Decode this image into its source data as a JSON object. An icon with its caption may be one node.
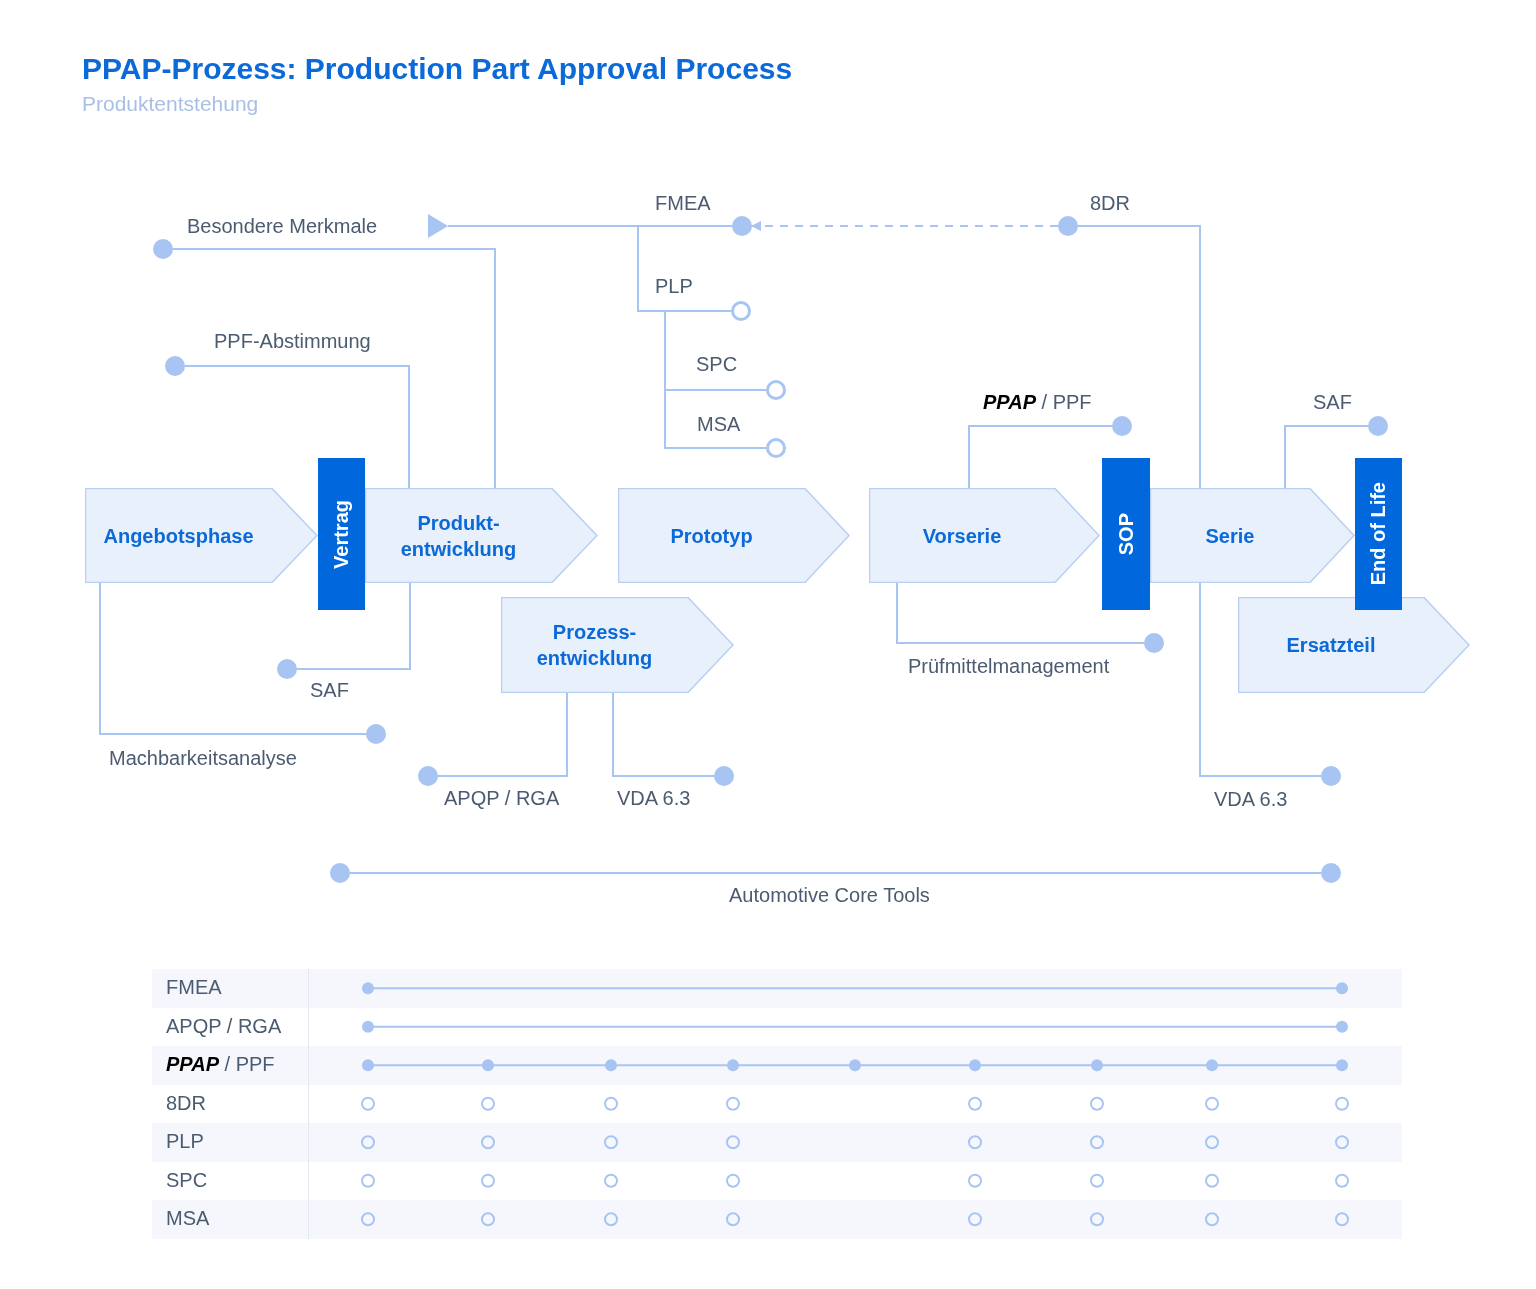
{
  "diagram": {
    "title": "PPAP-Prozess: Production Part Approval Process",
    "nodes": [
      {
        "text": [],
        "shape": "circle",
        "beside": [
          "Besondere Merkmale"
        ]
      },
      {
        "text": [],
        "shape": "circle",
        "beside": [
          "FMEA"
        ]
      },
      {
        "text": [],
        "shape": "circle",
        "beside": [
          "8DR"
        ]
      },
      {
        "text": [],
        "shape": "ring",
        "beside": [
          "PLP"
        ]
      },
      {
        "text": [],
        "shape": "circle",
        "beside": [
          "PPF-Abstimmung"
        ]
      },
      {
        "text": [],
        "shape": "ring",
        "beside": [
          "SPC"
        ]
      },
      {
        "text": [],
        "shape": "circle",
        "beside": [
          "**PPAP** / PPF"
        ]
      },
      {
        "text": [],
        "shape": "circle",
        "beside": [
          "SAF"
        ]
      },
      {
        "text": [],
        "shape": "ring",
        "beside": [
          "MSA"
        ]
      },
      {
        "text": [
          "Angebotsphase"
        ]
      },
      {
        "text": [
          "Vertrag"
        ]
      },
      {
        "text": [
          "Produkt- entwicklung"
        ]
      },
      {
        "text": [
          "Prototyp"
        ]
      },
      {
        "text": [
          "Vorserie"
        ]
      },
      {
        "text": [
          "SOP"
        ]
      },
      {
        "text": [
          "Serie"
        ]
      },
      {
        "text": [
          "End of Life"
        ]
      },
      {
        "text": [
          "Prozess- entwicklung"
        ]
      },
      {
        "text": [
          "Ersatzteil"
        ]
      },
      {
        "text": [],
        "shape": "circle",
        "beside": [
          "SAF"
        ]
      },
      {
        "text": [],
        "shape": "circle",
        "beside": [
          "Prüfmittelmanagement"
        ]
      },
      {
        "text": [],
        "shape": "circle",
        "beside": [
          "Machbarkeitsanalyse"
        ]
      },
      {
        "text": [],
        "shape": "circle",
        "beside": [
          "APQP / RGA"
        ]
      },
      {
        "text": [],
        "shape": "circle",
        "beside": [
          "VDA 6.3"
        ]
      },
      {
        "text": [],
        "shape": "circle",
        "beside": [
          "VDA 6.3"
        ]
      },
      {
        "text": [],
        "shape": "circle"
      },
      {
        "text": [],
        "shape": "circle"
      },
      {
        "text": [],
        "shape": "triangle"
      }
    ],
    "edges": [
      {
        "from": 0,
        "to": 11,
        "arrow": "none"
      },
      {
        "from": 27,
        "to": 1,
        "arrow": "none"
      },
      {
        "from": 1,
        "to": 3,
        "arrow": "none"
      },
      {
        "from": 3,
        "to": 5,
        "arrow": "none"
      },
      {
        "from": 3,
        "to": 8,
        "arrow": "none"
      },
      {
        "from": 2,
        "to": 1,
        "arrow": "to",
        "style": "dashed"
      },
      {
        "from": 2,
        "to": 15,
        "arrow": "none"
      },
      {
        "from": 4,
        "to": 11,
        "arrow": "none"
      },
      {
        "from": 6,
        "to": 13,
        "arrow": "none"
      },
      {
        "from": 7,
        "to": 15,
        "arrow": "none"
      },
      {
        "from": 9,
        "to": 21,
        "arrow": "none"
      },
      {
        "from": 11,
        "to": 19,
        "arrow": "none"
      },
      {
        "from": 17,
        "to": 22,
        "arrow": "none"
      },
      {
        "from": 17,
        "to": 23,
        "arrow": "none"
      },
      {
        "from": 13,
        "to": 20,
        "arrow": "none"
      },
      {
        "from": 15,
        "to": 24,
        "arrow": "none"
      },
      {
        "from": 25,
        "to": 26,
        "arrow": "none",
        "label": "Automotive Core Tools"
      }
    ],
    "labels": [
      "Produktentstehung",
      "FMEA",
      "APQP / RGA",
      "**PPAP** / PPF",
      "8DR",
      "PLP",
      "SPC",
      "MSA"
    ]
  }
}
